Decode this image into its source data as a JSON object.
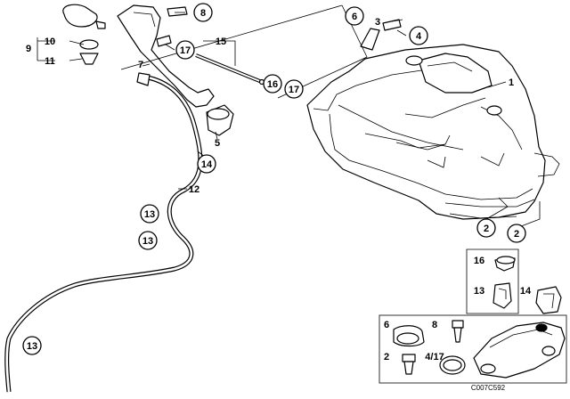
{
  "diagram_code": "C007C592",
  "callouts": {
    "c8": "8",
    "c6_top": "6",
    "c3": "3",
    "c4": "4",
    "c9": "9",
    "c10": "10",
    "c11": "11",
    "c17a": "17",
    "c15": "15",
    "c7": "7",
    "c16": "16",
    "c17b": "17",
    "c1": "1",
    "c5": "5",
    "c14": "14",
    "c12": "12",
    "c13a": "13",
    "c13b": "13",
    "c13c": "13",
    "c2a": "2",
    "c2b": "2",
    "c16_inset": "16",
    "c13_inset": "13",
    "c14_inset": "14",
    "k6": "6",
    "k8": "8",
    "k2": "2",
    "k417": "4/17"
  }
}
